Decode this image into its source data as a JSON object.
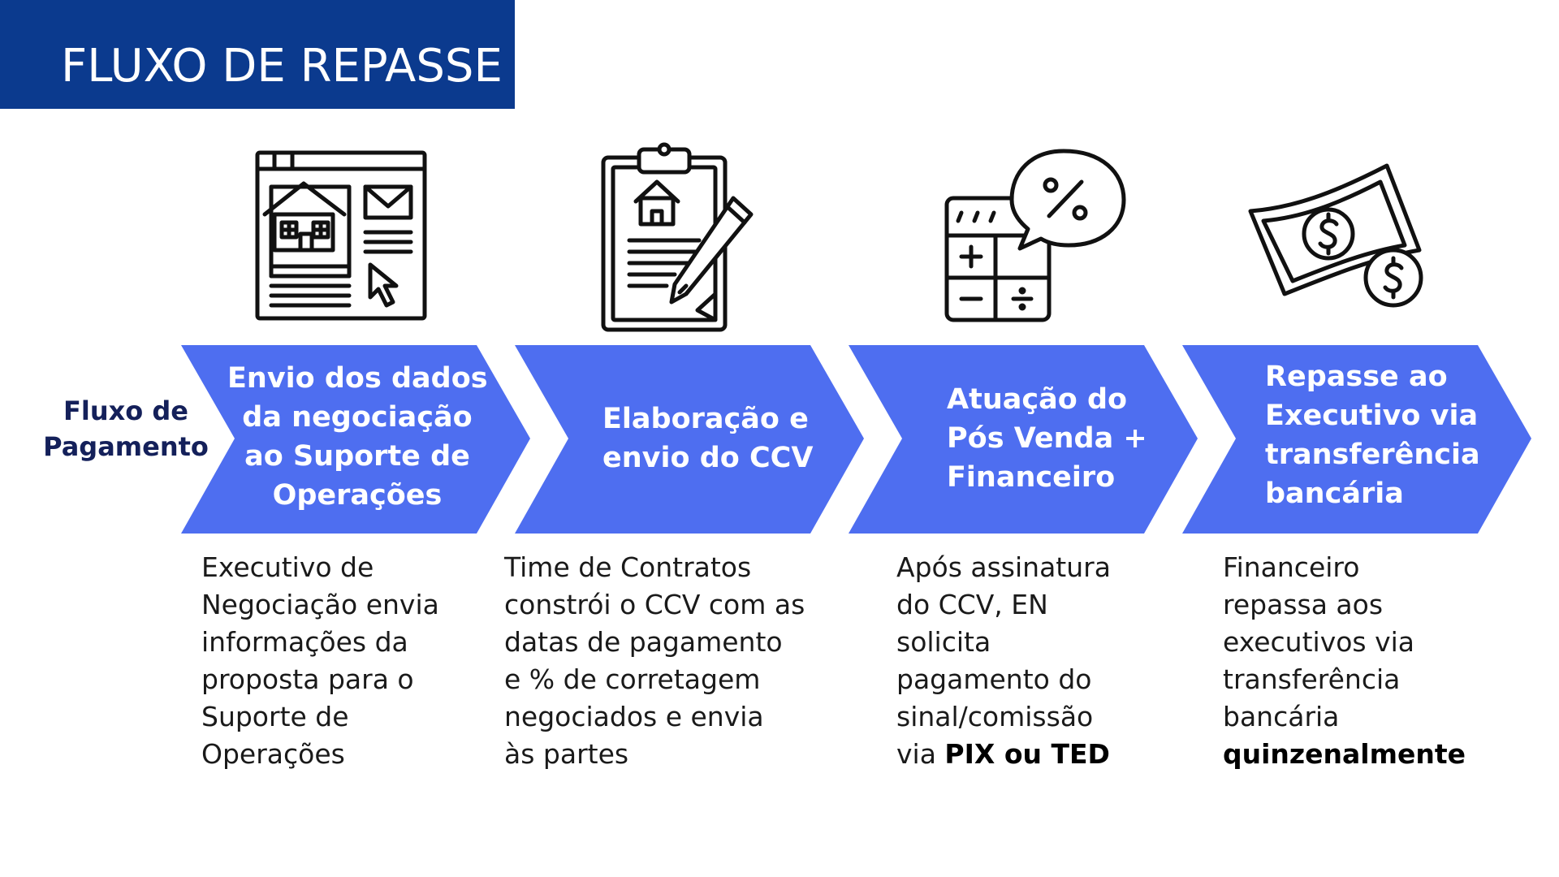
{
  "title": "FLUXO DE REPASSE",
  "row_label": [
    "Fluxo de",
    "Pagamento"
  ],
  "colors": {
    "title_bar": "#0b3a8e",
    "chevron": "#4e6ef0",
    "row_label": "#14205a"
  },
  "steps": [
    {
      "icon": "website-listing-icon",
      "title": [
        "Envio dos dados",
        "da negociação",
        "ao Suporte de",
        "Operações"
      ],
      "description": [
        "Executivo de",
        "Negociação envia",
        "informações da",
        "proposta para o",
        "Suporte de",
        "Operações"
      ]
    },
    {
      "icon": "clipboard-contract-icon",
      "title": [
        "Elaboração e",
        "envio do CCV"
      ],
      "description": [
        "Time de Contratos",
        "constrói o CCV com as",
        "datas de pagamento",
        "e % de corretagem",
        "negociados e envia",
        "às partes"
      ]
    },
    {
      "icon": "calculator-percent-icon",
      "title": [
        "Atuação do",
        "Pós Venda +",
        "Financeiro"
      ],
      "description": [
        "Após assinatura",
        "do CCV, EN",
        "solicita",
        "pagamento do",
        "sinal/comissão"
      ],
      "description_last_prefix": "via ",
      "description_last_bold": "PIX ou TED"
    },
    {
      "icon": "money-bill-icon",
      "title": [
        "Repasse ao",
        "Executivo via",
        "transferência",
        "bancária"
      ],
      "description": [
        "Financeiro",
        "repassa aos",
        "executivos via",
        "transferência",
        "bancária"
      ],
      "description_last_bold": "quinzenalmente"
    }
  ]
}
